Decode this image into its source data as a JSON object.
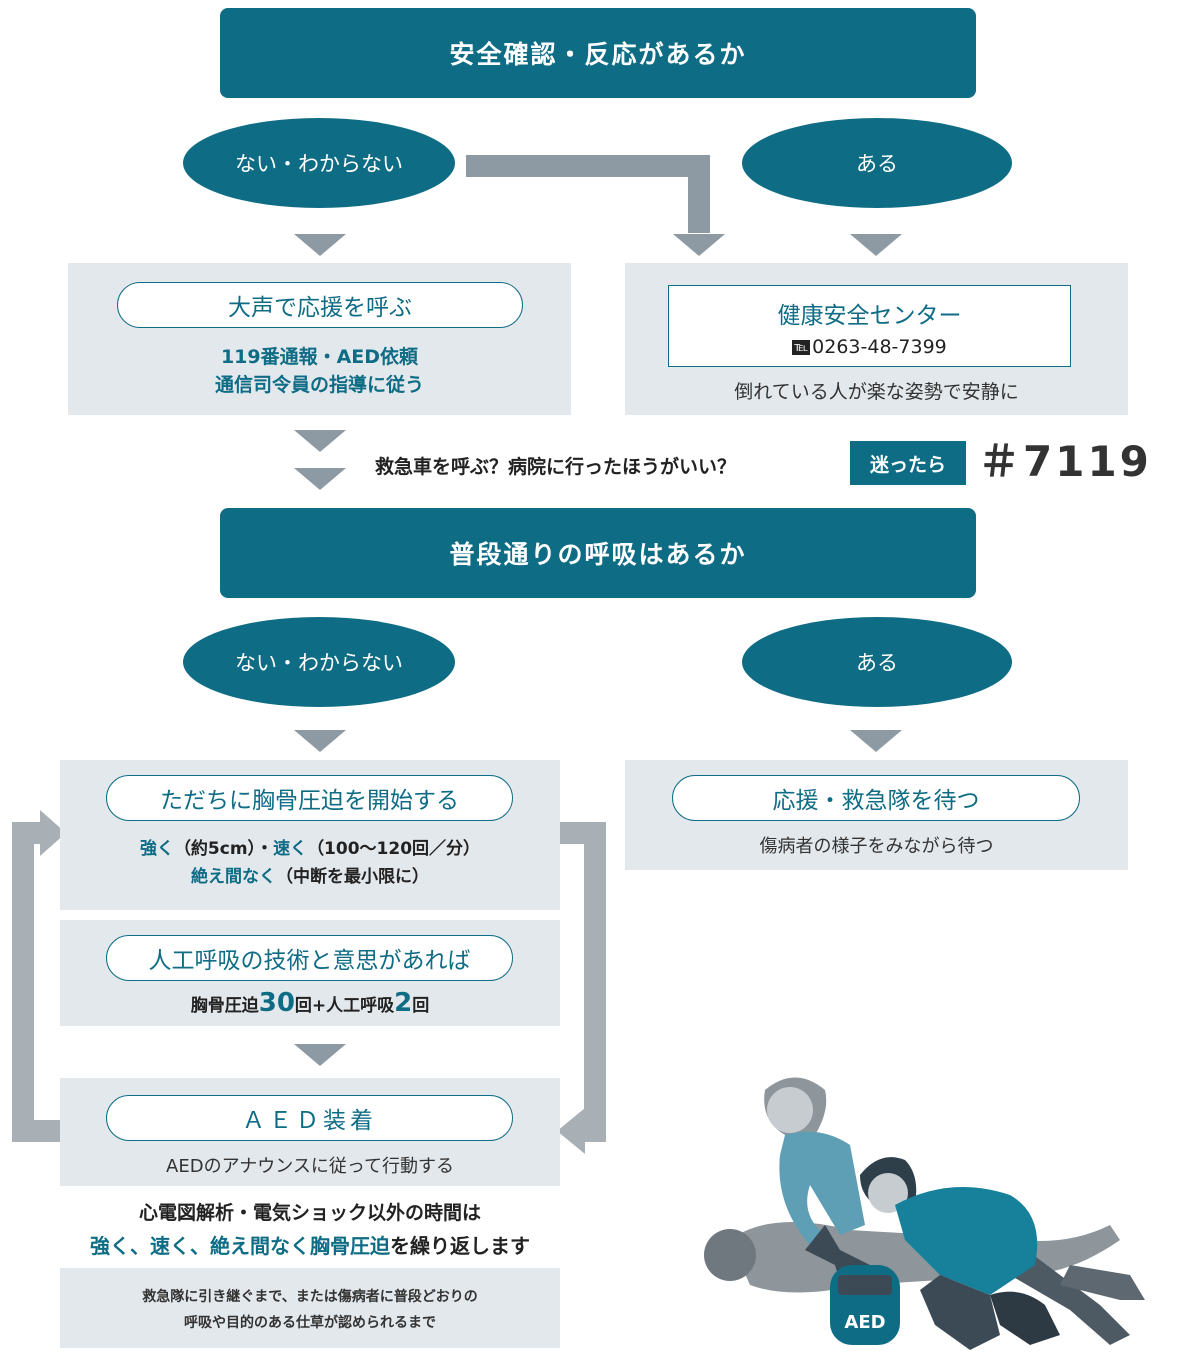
{
  "colors": {
    "teal": "#0f6c85",
    "panel": "#e3e8ed",
    "arrow": "#8e9aa3"
  },
  "top_banner": "安全確認・反応があるか",
  "reaction": {
    "no_label": "ない・わからない",
    "yes_label": "ある"
  },
  "call_box": {
    "title": "大声で応援を呼ぶ",
    "line1": "119番通報・AED依頼",
    "line2": "通信司令員の指導に従う"
  },
  "health_center": {
    "name": "健康安全センター",
    "tel_icon": "℡",
    "phone": "0263-48-7399",
    "note": "倒れている人が楽な姿勢で安静に"
  },
  "consult": {
    "question": "救急車を呼ぶ？病院に行ったほうがいい？",
    "badge": "迷ったら",
    "number": "＃7119"
  },
  "breath_banner": "普段通りの呼吸はあるか",
  "breath": {
    "no_label": "ない・わからない",
    "yes_label": "ある"
  },
  "compression": {
    "title": "ただちに胸骨圧迫を開始する",
    "line1_a": "強く",
    "line1_b": "（約5cm）・",
    "line1_c": "速く",
    "line1_d": "（100〜120回／分）",
    "line2_a": "絶え間なく",
    "line2_b": "（中断を最小限に）"
  },
  "rescue_breath": {
    "title": "人工呼吸の技術と意思があれば",
    "a": "胸骨圧迫",
    "n1": "30",
    "b": "回+人工呼吸",
    "n2": "2",
    "c": "回"
  },
  "aed": {
    "title": "ＡＥＤ装着",
    "note": "AEDのアナウンスに従って行動する"
  },
  "repeat": {
    "line1": "心電図解析・電気ショック以外の時間は",
    "line2_a": "強く、速く、絶え間なく胸骨圧迫",
    "line2_b": "を繰り返します"
  },
  "until": {
    "line1": "救急隊に引き継ぐまで、または傷病者に普段どおりの",
    "line2": "呼吸や目的のある仕草が認められるまで"
  },
  "wait": {
    "title": "応援・救急隊を待つ",
    "note": "傷病者の様子をみながら待つ"
  },
  "illustration": {
    "aed_label": "AED"
  }
}
